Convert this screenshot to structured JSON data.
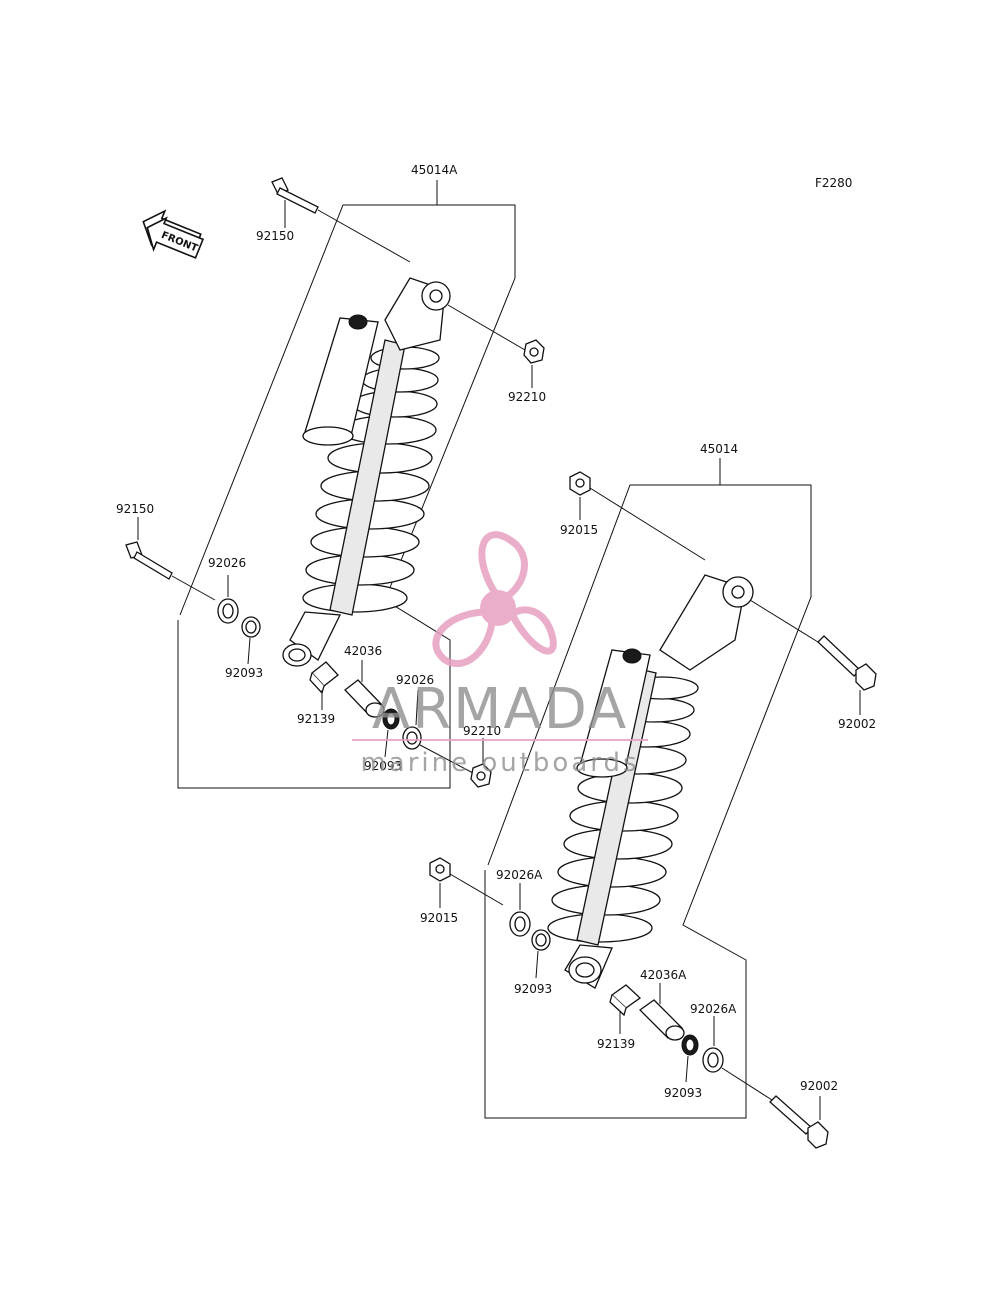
{
  "diagram": {
    "code": "F2280",
    "front_label": "FRONT",
    "assemblies": [
      {
        "id": "rear-shock",
        "number": "45014A"
      },
      {
        "id": "front-shock",
        "number": "45014"
      }
    ],
    "callouts": [
      "92150",
      "92210",
      "92150",
      "92026",
      "92093",
      "92139",
      "42036",
      "92026",
      "92093",
      "92210",
      "92015",
      "92002",
      "92015",
      "92026A",
      "92093",
      "92139",
      "42036A",
      "92026A",
      "92093",
      "92002"
    ]
  },
  "watermark": {
    "brand": "ARMADA",
    "tagline": "marine outboards",
    "accent_color": "#e7a0c2"
  }
}
